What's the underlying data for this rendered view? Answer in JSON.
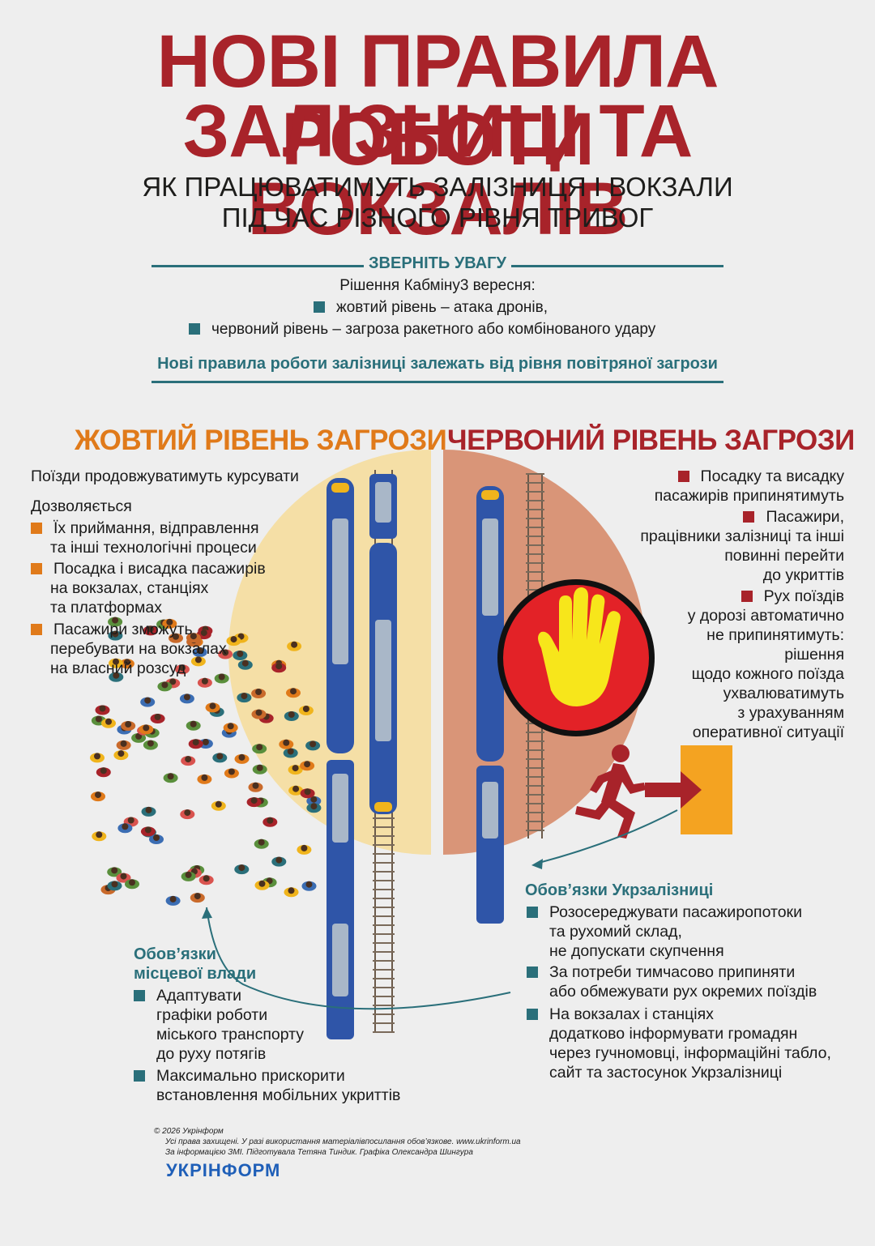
{
  "title": {
    "line1": "НОВІ ПРАВИЛА РОБОТИ",
    "line2": "ЗАЛІЗНИЦІ ТА ВОКЗАЛІВ"
  },
  "subtitle": {
    "line1": "ЯК ПРАЦЮВАТИМУТЬ ЗАЛІЗНИЦЯ І ВОКЗАЛИ",
    "line2": "ПІД ЧАС РІЗНОГО РІВНЯ ТРИВОГ"
  },
  "attention": {
    "label": "ЗВЕРНІТЬ УВАГУ",
    "decision": "Рішення Кабміну3 вересня:",
    "items": [
      "жовтий рівень – атака дронів,",
      "червоний рівень – загроза ракетного або комбінованого удару"
    ],
    "note": "Нові правила роботи залізниці залежать від рівня повітряної загрози"
  },
  "yellow": {
    "heading": "ЖОВТИЙ РІВЕНЬ ЗАГРОЗИ",
    "intro": "Поїзди продовжуватимуть курсувати",
    "allowed": "Дозволяється",
    "items": [
      {
        "l1": "Їх приймання, відправлення",
        "l2": "та інші технологічні процеси",
        "l3": ""
      },
      {
        "l1": "Посадка і висадка пасажирів",
        "l2": "на вокзалах, станціях",
        "l3": "та платформах"
      },
      {
        "l1": "Пасажири зможуть",
        "l2": "перебувати на вокзалах",
        "l3": "на власний розсуд"
      }
    ]
  },
  "red": {
    "heading": "ЧЕРВОНИЙ РІВЕНЬ ЗАГРОЗИ",
    "items": [
      {
        "lines": [
          "Посадку та висадку",
          "пасажирів припинятимуть"
        ]
      },
      {
        "lines": [
          "Пасажири,",
          "працівники залізниці та інші",
          "повинні перейти",
          "до укриттів"
        ]
      },
      {
        "lines": [
          "Рух поїздів",
          "у дорозі автоматично",
          "не припинятимуть:",
          "рішення",
          "щодо кожного поїзда",
          "ухвалюватимуть",
          "з урахуванням",
          "оперативної ситуації"
        ]
      }
    ]
  },
  "uz": {
    "heading": "Обов’язки Укрзалізниці",
    "items": [
      {
        "lines": [
          "Розосереджувати пасажиропотоки",
          "та рухомий склад,",
          "не допускати скупчення"
        ]
      },
      {
        "lines": [
          "За потреби тимчасово припиняти",
          "або обмежувати рух окремих поїздів"
        ]
      },
      {
        "lines": [
          "На вокзалах і станціях",
          "додатково інформувати громадян",
          "через гучномовці, інформаційні табло,",
          "сайт та застосунок Укрзалізниці"
        ]
      }
    ]
  },
  "local": {
    "heading1": "Обов’язки",
    "heading2": "місцевої влади",
    "items": [
      {
        "lines": [
          "Адаптувати",
          "графіки роботи",
          "міського транспорту",
          "до руху потягів"
        ]
      },
      {
        "lines": [
          "Максимально прискорити",
          "встановлення мобільних укриттів"
        ]
      }
    ]
  },
  "footer": {
    "copyright": "© 2026 Укрінформ",
    "rights": "Усі права захищені. У разі використання матеріалівпосилання обов’язкове. www.ukrinform.ua",
    "credits": "За інформацією ЗМІ. Підготувала Тетяна Тиндик. Графіка Олександра Шингура",
    "logo": "УКРІНФОРМ"
  },
  "icons": {
    "stop": "stop-hand-icon",
    "runner": "running-person-icon",
    "exit": "exit-arrow-icon",
    "crowd": "crowd-icon"
  },
  "colors": {
    "accent_red": "#a8232a",
    "accent_orange": "#e07a1a",
    "teal": "#2a6f7a",
    "yellow_bg": "#f5dfa6",
    "red_bg": "#d99578",
    "train_blue": "#2f55a8",
    "stop_red": "#e32227",
    "hand_yellow": "#f7e61b",
    "exit_orange": "#f4a321"
  }
}
